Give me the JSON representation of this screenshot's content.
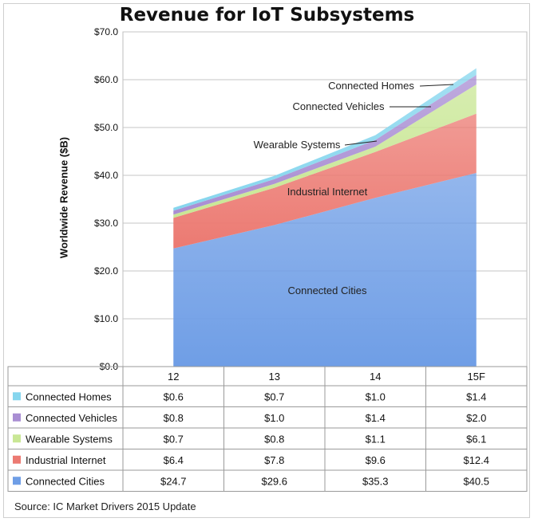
{
  "chart_data": {
    "type": "area",
    "title": "Revenue for IoT Subsystems",
    "ylabel": "Worldwide Revenue ($B)",
    "xlabel": "",
    "categories": [
      "12",
      "13",
      "14",
      "15F"
    ],
    "ylim": [
      0,
      70
    ],
    "yticks": [
      "$0.0",
      "$10.0",
      "$20.0",
      "$30.0",
      "$40.0",
      "$50.0",
      "$60.0",
      "$70.0"
    ],
    "grid": true,
    "stacked": true,
    "series": [
      {
        "name": "Connected Cities",
        "values": [
          24.7,
          29.6,
          35.3,
          40.5
        ],
        "labels": [
          "$24.7",
          "$29.6",
          "$35.3",
          "$40.5"
        ],
        "color": "#6f9ee6"
      },
      {
        "name": "Industrial Internet",
        "values": [
          6.4,
          7.8,
          9.6,
          12.4
        ],
        "labels": [
          "$6.4",
          "$7.8",
          "$9.6",
          "$12.4"
        ],
        "color": "#ec7a72"
      },
      {
        "name": "Wearable Systems",
        "values": [
          0.7,
          0.8,
          1.1,
          6.1
        ],
        "labels": [
          "$0.7",
          "$0.8",
          "$1.1",
          "$6.1"
        ],
        "color": "#c9e795"
      },
      {
        "name": "Connected Vehicles",
        "values": [
          0.8,
          1.0,
          1.4,
          2.0
        ],
        "labels": [
          "$0.8",
          "$1.0",
          "$1.4",
          "$2.0"
        ],
        "color": "#a98ed3"
      },
      {
        "name": "Connected Homes",
        "values": [
          0.6,
          0.7,
          1.0,
          1.4
        ],
        "labels": [
          "$0.6",
          "$0.7",
          "$1.0",
          "$1.4"
        ],
        "color": "#86d6ee"
      }
    ],
    "annotations": [
      "Connected Homes",
      "Connected Vehicles",
      "Wearable Systems",
      "Industrial Internet",
      "Connected Cities"
    ],
    "source": "Source:  IC Market Drivers 2015 Update"
  }
}
